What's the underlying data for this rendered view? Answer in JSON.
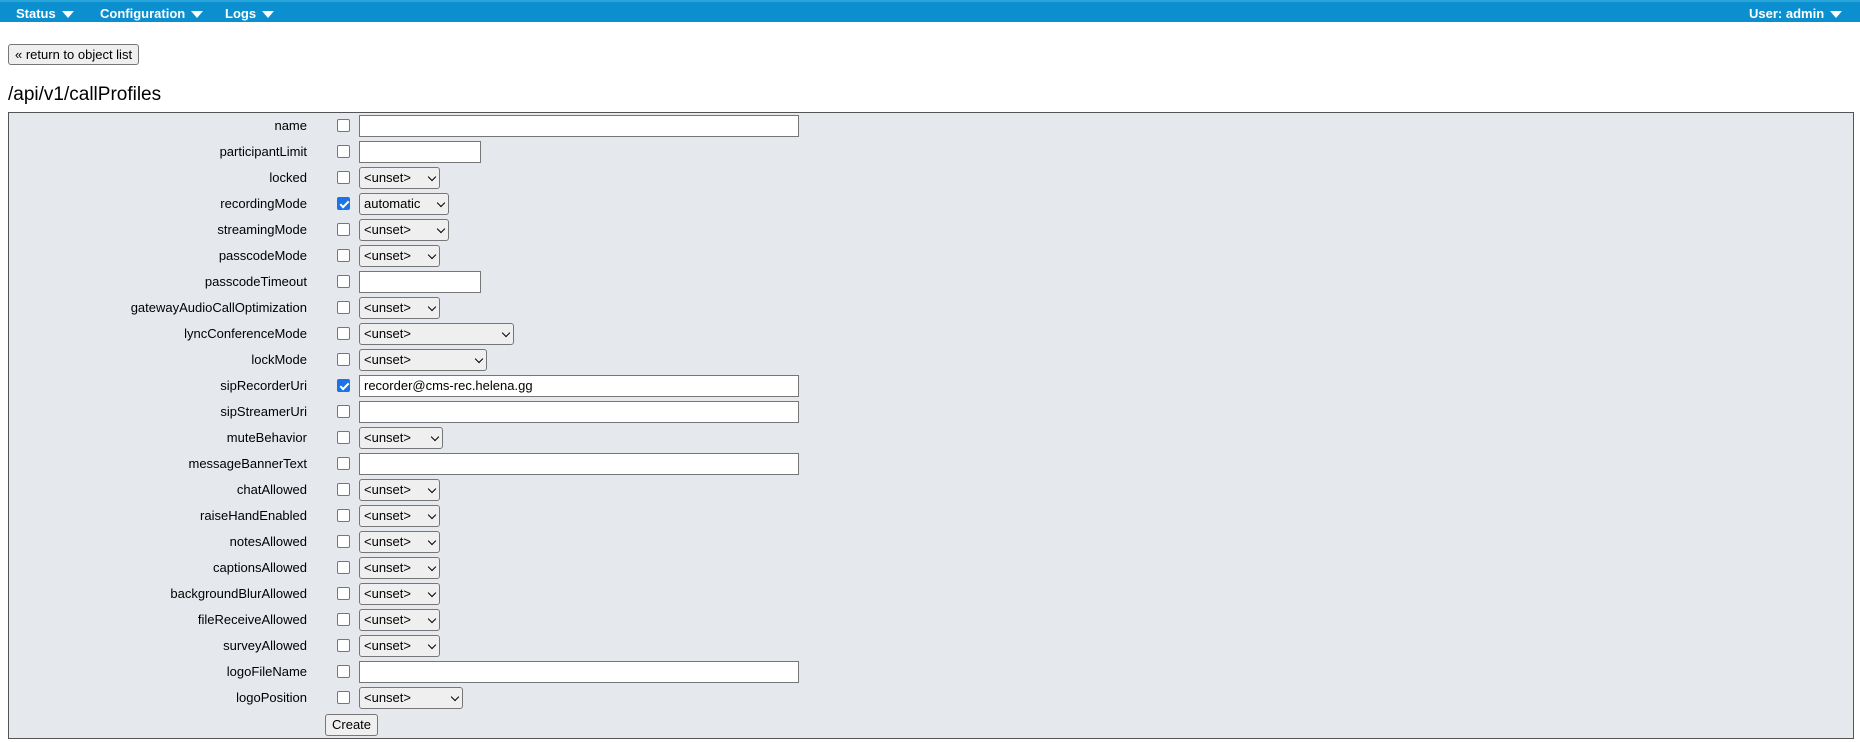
{
  "nav": {
    "status": "Status",
    "configuration": "Configuration",
    "logs": "Logs",
    "user": "User: admin"
  },
  "return_button": "« return to object list",
  "page_title": "/api/v1/callProfiles",
  "create_button": "Create",
  "colors": {
    "topbar": "#0b8fce",
    "form_bg": "#e5e9ee",
    "checkbox_checked": "#1a73e8"
  },
  "fields": [
    {
      "label": "name",
      "checked": false,
      "type": "text",
      "value": ""
    },
    {
      "label": "participantLimit",
      "checked": false,
      "type": "text",
      "value": ""
    },
    {
      "label": "locked",
      "checked": false,
      "type": "select",
      "value": "<unset>"
    },
    {
      "label": "recordingMode",
      "checked": true,
      "type": "select",
      "value": "automatic"
    },
    {
      "label": "streamingMode",
      "checked": false,
      "type": "select",
      "value": "<unset>"
    },
    {
      "label": "passcodeMode",
      "checked": false,
      "type": "select",
      "value": "<unset>"
    },
    {
      "label": "passcodeTimeout",
      "checked": false,
      "type": "text",
      "value": ""
    },
    {
      "label": "gatewayAudioCallOptimization",
      "checked": false,
      "type": "select",
      "value": "<unset>"
    },
    {
      "label": "lyncConferenceMode",
      "checked": false,
      "type": "select",
      "value": "<unset>"
    },
    {
      "label": "lockMode",
      "checked": false,
      "type": "select",
      "value": "<unset>"
    },
    {
      "label": "sipRecorderUri",
      "checked": true,
      "type": "text",
      "value": "recorder@cms-rec.helena.gg"
    },
    {
      "label": "sipStreamerUri",
      "checked": false,
      "type": "text",
      "value": ""
    },
    {
      "label": "muteBehavior",
      "checked": false,
      "type": "select",
      "value": "<unset>"
    },
    {
      "label": "messageBannerText",
      "checked": false,
      "type": "text",
      "value": ""
    },
    {
      "label": "chatAllowed",
      "checked": false,
      "type": "select",
      "value": "<unset>"
    },
    {
      "label": "raiseHandEnabled",
      "checked": false,
      "type": "select",
      "value": "<unset>"
    },
    {
      "label": "notesAllowed",
      "checked": false,
      "type": "select",
      "value": "<unset>"
    },
    {
      "label": "captionsAllowed",
      "checked": false,
      "type": "select",
      "value": "<unset>"
    },
    {
      "label": "backgroundBlurAllowed",
      "checked": false,
      "type": "select",
      "value": "<unset>"
    },
    {
      "label": "fileReceiveAllowed",
      "checked": false,
      "type": "select",
      "value": "<unset>"
    },
    {
      "label": "surveyAllowed",
      "checked": false,
      "type": "select",
      "value": "<unset>"
    },
    {
      "label": "logoFileName",
      "checked": false,
      "type": "text",
      "value": ""
    },
    {
      "label": "logoPosition",
      "checked": false,
      "type": "select",
      "value": "<unset>"
    }
  ]
}
